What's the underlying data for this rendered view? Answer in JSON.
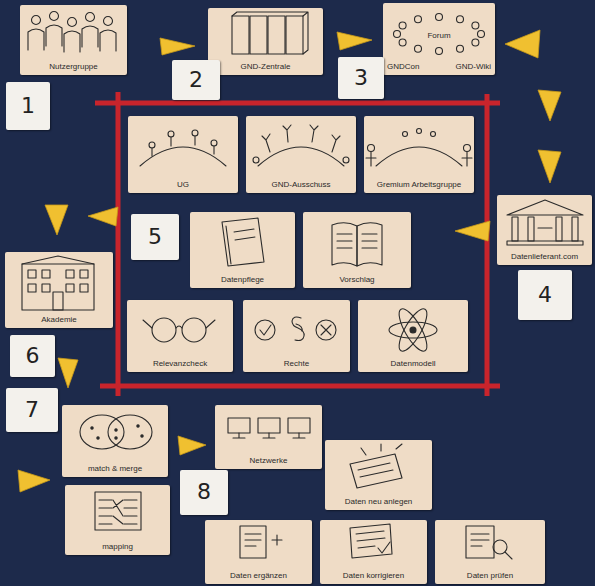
{
  "diagram": {
    "nodes": [
      {
        "text": [
          "Nutzergruppe"
        ]
      },
      {
        "text": [
          "GND-Zentrale"
        ]
      },
      {
        "text": [
          "Forum",
          "GNDCon",
          "GND-Wiki"
        ]
      },
      {
        "text": [
          "2"
        ]
      },
      {
        "text": [
          "3"
        ]
      },
      {
        "text": [
          "1"
        ]
      },
      {
        "text": [
          "UG"
        ]
      },
      {
        "text": [
          "GND-Ausschuss"
        ]
      },
      {
        "text": [
          "Gremium Arbeitsgruppe"
        ]
      },
      {
        "text": [
          "Datenlieferant.com"
        ]
      },
      {
        "text": [
          "5"
        ]
      },
      {
        "text": [
          "Datenpflege"
        ]
      },
      {
        "text": [
          "Vorschlag"
        ]
      },
      {
        "text": [
          "Akademie"
        ]
      },
      {
        "text": [
          "4"
        ]
      },
      {
        "text": [
          "Relevanzcheck"
        ]
      },
      {
        "text": [
          "Rechte"
        ]
      },
      {
        "text": [
          "Datenmodell"
        ]
      },
      {
        "text": [
          "6"
        ]
      },
      {
        "text": [
          "7"
        ]
      },
      {
        "text": [
          "match & merge"
        ]
      },
      {
        "text": [
          "Netzwerke"
        ]
      },
      {
        "text": [
          "Daten neu anlegen"
        ]
      },
      {
        "text": [
          "8"
        ]
      },
      {
        "text": [
          "mapping"
        ]
      },
      {
        "text": [
          "Daten ergänzen"
        ]
      },
      {
        "text": [
          "Daten korrigieren"
        ]
      },
      {
        "text": [
          "Daten prüfen"
        ]
      }
    ]
  }
}
